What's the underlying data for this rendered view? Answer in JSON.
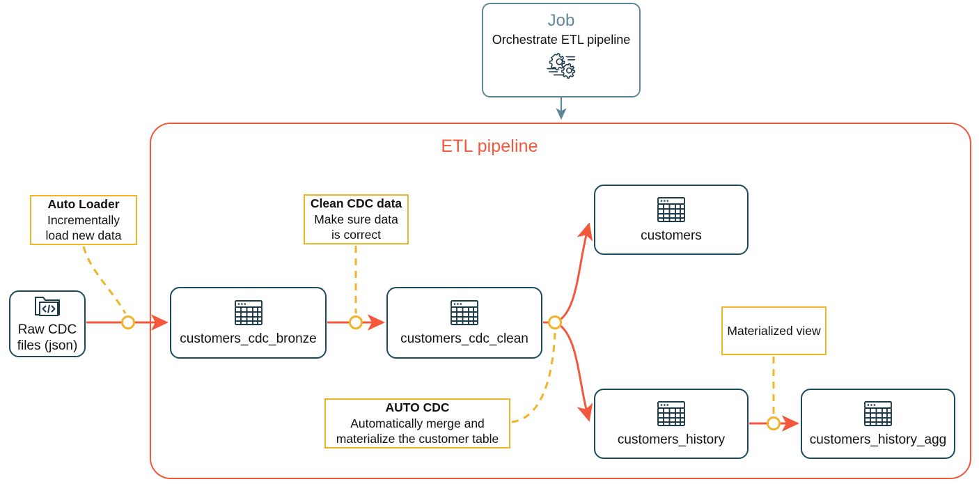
{
  "diagram": {
    "title": "ETL pipeline",
    "colors": {
      "pipeline_border": "#f4573c",
      "flow_arrow": "#f4573c",
      "node_border": "#1c4b5e",
      "note_border": "#f0b429",
      "connector_ring": "#f0b429",
      "job_border": "#5f8799",
      "job_title": "#5f8799",
      "text": "#111111"
    }
  },
  "job": {
    "title": "Job",
    "subtitle": "Orchestrate ETL pipeline",
    "icon": "gears-icon"
  },
  "nodes": [
    {
      "id": "raw-cdc-files",
      "label": "Raw CDC\nfiles (json)",
      "label_line1": "Raw CDC",
      "label_line2": "files (json)",
      "icon": "folder-code-icon"
    },
    {
      "id": "customers-cdc-bronze",
      "label": "customers_cdc_bronze",
      "icon": "table-icon"
    },
    {
      "id": "customers-cdc-clean",
      "label": "customers_cdc_clean",
      "icon": "table-icon"
    },
    {
      "id": "customers",
      "label": "customers",
      "icon": "table-icon"
    },
    {
      "id": "customers-history",
      "label": "customers_history",
      "icon": "table-icon"
    },
    {
      "id": "customers-history-agg",
      "label": "customers_history_agg",
      "icon": "table-icon"
    }
  ],
  "notes": [
    {
      "id": "auto-loader",
      "title": "Auto Loader",
      "line2": "Incrementally",
      "line3": "load new data",
      "attaches_to": "raw-cdc-files-to-bronze-edge"
    },
    {
      "id": "clean-cdc-data",
      "title": "Clean CDC data",
      "line2": "Make sure data",
      "line3": "is correct",
      "attaches_to": "bronze-to-clean-edge"
    },
    {
      "id": "auto-cdc",
      "title": "AUTO CDC",
      "line2": "Automatically merge and",
      "line3": "materialize the customer table",
      "attaches_to": "clean-branch-point"
    },
    {
      "id": "materialized-view",
      "title": "Materialized view",
      "line2": "",
      "line3": "",
      "attaches_to": "history-to-history-agg-edge"
    }
  ],
  "edges": [
    {
      "from": "job",
      "to": "etl-pipeline",
      "style": "solid-slate-arrow"
    },
    {
      "from": "raw-cdc-files",
      "to": "customers-cdc-bronze",
      "style": "solid-orange-arrow"
    },
    {
      "from": "customers-cdc-bronze",
      "to": "customers-cdc-clean",
      "style": "solid-orange-arrow"
    },
    {
      "from": "customers-cdc-clean",
      "to": "customers",
      "style": "curved-orange-arrow"
    },
    {
      "from": "customers-cdc-clean",
      "to": "customers-history",
      "style": "curved-orange-arrow"
    },
    {
      "from": "customers-history",
      "to": "customers-history-agg",
      "style": "solid-orange-arrow"
    }
  ]
}
